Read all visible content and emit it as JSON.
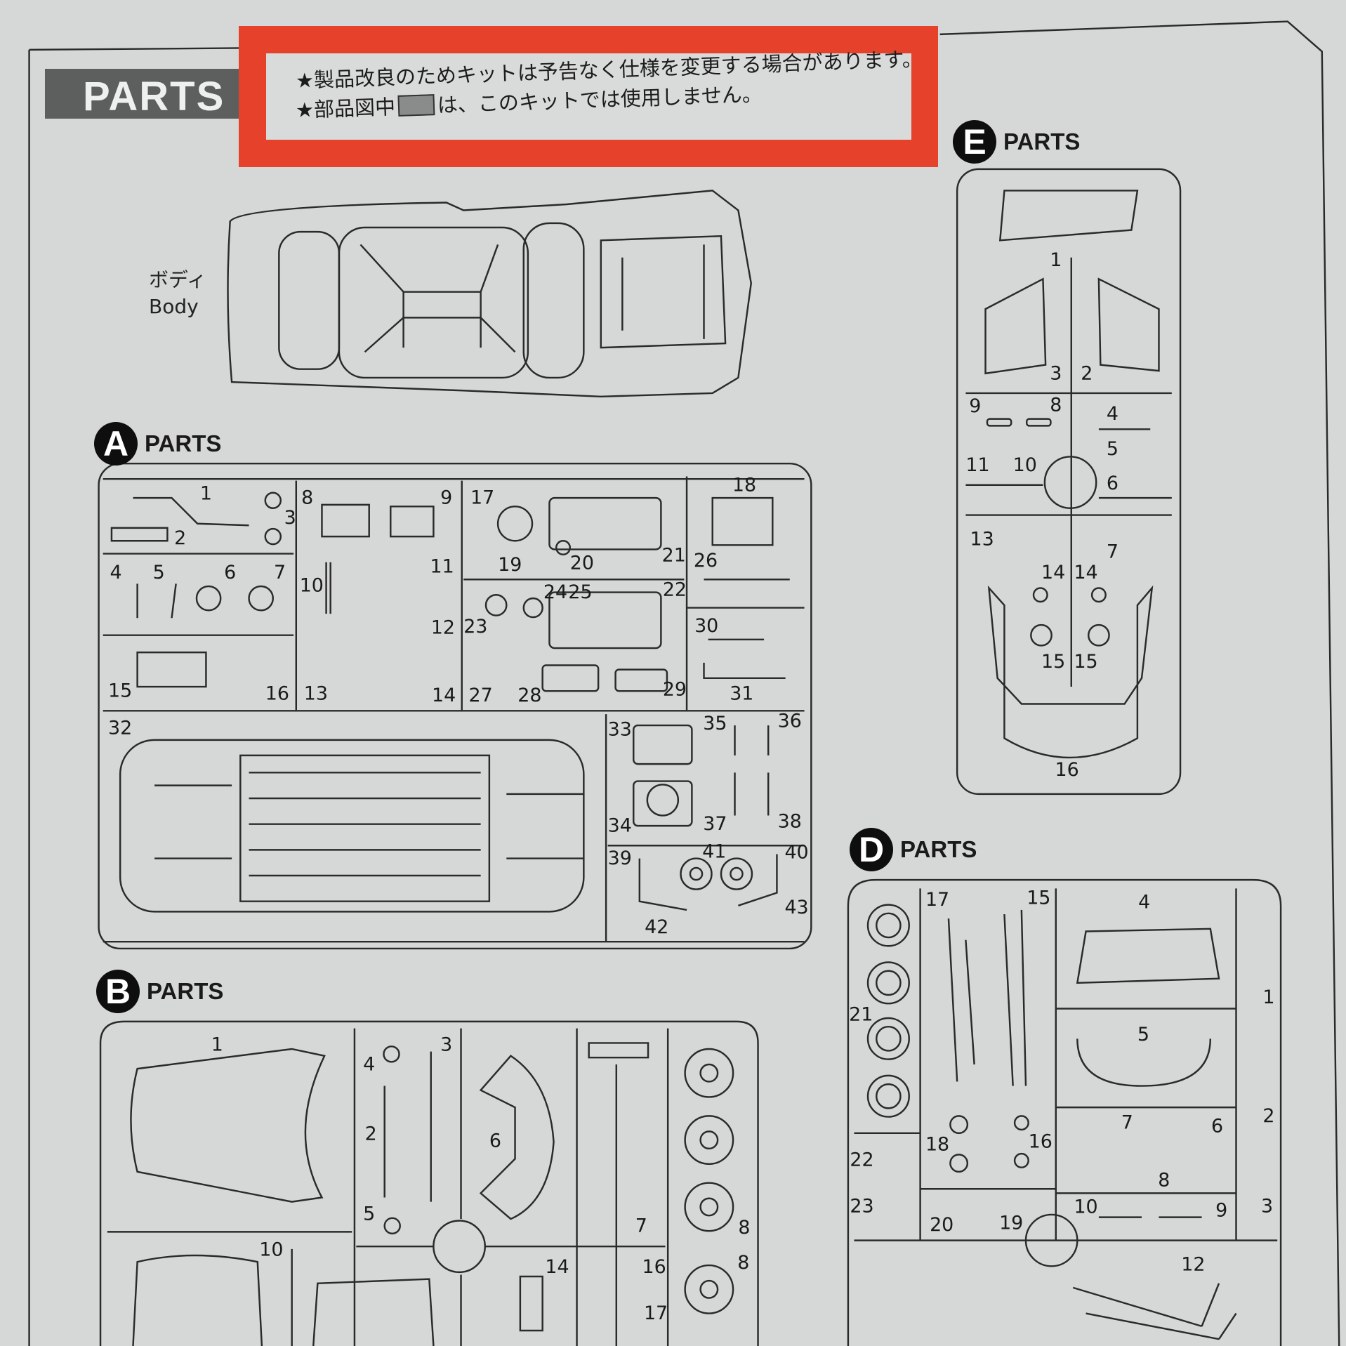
{
  "header": {
    "title": "PARTS"
  },
  "notice": {
    "line1": "★製品改良のためキットは予告なく仕様を変更する場合があります。",
    "line2_before": "★部品図中",
    "line2_after": "は、このキットでは使用しません。",
    "highlight_color": "#e5412b"
  },
  "body": {
    "label_jp": "ボディ",
    "label_en": "Body"
  },
  "sections": {
    "A": {
      "letter": "A",
      "label": "PARTS",
      "parts": [
        "1",
        "2",
        "3",
        "8",
        "9",
        "17",
        "18",
        "4",
        "5",
        "6",
        "7",
        "10",
        "11",
        "19",
        "20",
        "21",
        "26",
        "24",
        "25",
        "22",
        "23",
        "12",
        "30",
        "15",
        "16",
        "13",
        "14",
        "27",
        "28",
        "29",
        "31",
        "32",
        "33",
        "35",
        "36",
        "34",
        "37",
        "38",
        "39",
        "41",
        "40",
        "43",
        "42"
      ]
    },
    "B": {
      "letter": "B",
      "label": "PARTS",
      "parts": [
        "1",
        "4",
        "3",
        "2",
        "6",
        "5",
        "8",
        "7",
        "10",
        "14",
        "16",
        "8",
        "17"
      ]
    },
    "D": {
      "letter": "D",
      "label": "PARTS",
      "parts": [
        "17",
        "15",
        "4",
        "21",
        "1",
        "5",
        "7",
        "6",
        "2",
        "18",
        "16",
        "22",
        "8",
        "23",
        "3",
        "10",
        "9",
        "20",
        "19",
        "12"
      ]
    },
    "E": {
      "letter": "E",
      "label": "PARTS",
      "parts": [
        "1",
        "3",
        "2",
        "9",
        "8",
        "4",
        "5",
        "11",
        "10",
        "6",
        "13",
        "7",
        "14",
        "14",
        "15",
        "15",
        "16"
      ]
    }
  }
}
